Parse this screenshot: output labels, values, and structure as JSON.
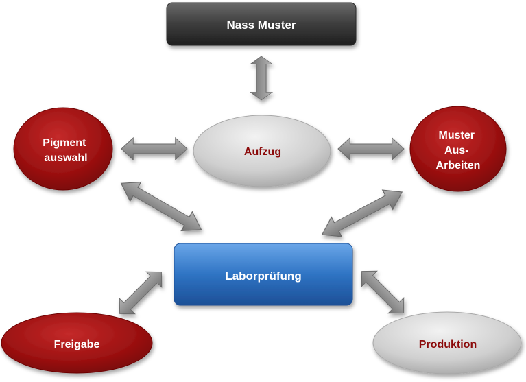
{
  "diagram": {
    "nodes": {
      "nass_muster": "Nass Muster",
      "aufzug": "Aufzug",
      "pigment": [
        "Pigment",
        "auswahl"
      ],
      "muster": [
        "Muster",
        "Aus-",
        "Arbeiten"
      ],
      "laborpruefung": "Laborprüfung",
      "freigabe": "Freigabe",
      "produktion": "Produktion"
    },
    "colors": {
      "dark_red": "#9b1111",
      "dark_grey": "#3d3d3d",
      "light_grey": "#c9c9c9",
      "blue": "#2f74c4",
      "arrow_grey": "#8c8c8c",
      "label_white": "#ffffff",
      "label_dark_red": "#8b0a0a"
    }
  }
}
